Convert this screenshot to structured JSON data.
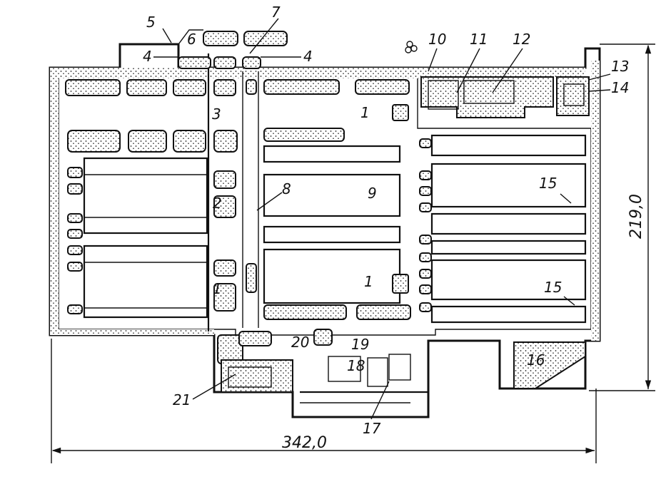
{
  "dimensions": {
    "width_label": "342,0",
    "height_label": "219,0"
  },
  "callouts": [
    "1",
    "2",
    "3",
    "4",
    "5",
    "6",
    "7",
    "8",
    "9",
    "10",
    "11",
    "12",
    "13",
    "14",
    "15",
    "16",
    "17",
    "18",
    "19",
    "20",
    "21"
  ]
}
